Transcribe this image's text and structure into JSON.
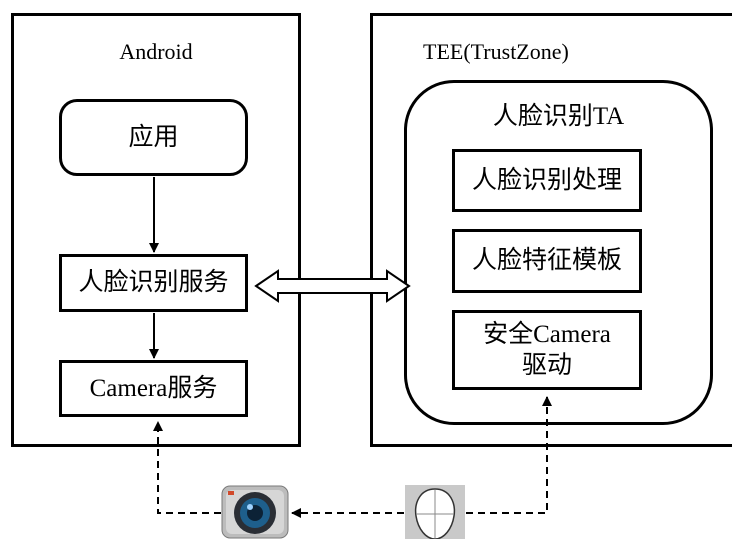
{
  "android": {
    "title": "Android",
    "app_label": "应用",
    "face_service_label": "人脸识别服务",
    "camera_service_label": "Camera服务"
  },
  "tee": {
    "title": "TEE(TrustZone)",
    "ta_title": "人脸识别TA",
    "processing_label": "人脸识别处理",
    "template_label": "人脸特征模板",
    "secure_camera_line1": "安全Camera",
    "secure_camera_line2": "驱动"
  },
  "icons": {
    "camera": "camera-lens-icon",
    "face": "face-outline-icon"
  }
}
